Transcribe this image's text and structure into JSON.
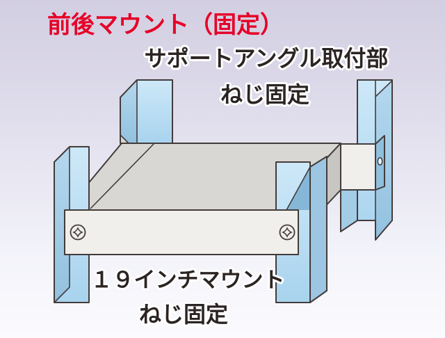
{
  "title": "前後マウント（固定）",
  "labels": {
    "support_angle": "サポートアングル取付部",
    "screw_fix_top": "ねじ固定",
    "mount_19inch": "１９インチマウント",
    "screw_fix_bottom": "ねじ固定"
  },
  "colors": {
    "title_red": "#e60027",
    "label_text": "#2b2423",
    "label_halo": "#ffffff",
    "panel_blue_light": "#b5d9f0",
    "panel_blue_mid": "#a3cce7",
    "panel_blue_dark": "#85b7d7",
    "chassis_top_gray": "#d8d7d3",
    "chassis_side_gray": "#c7c6c2",
    "front_plate_white": "#f0efeb",
    "line_dark": "#433b3b",
    "background_top": "#d3cfe2",
    "background_bottom": "#fbfbfe"
  }
}
